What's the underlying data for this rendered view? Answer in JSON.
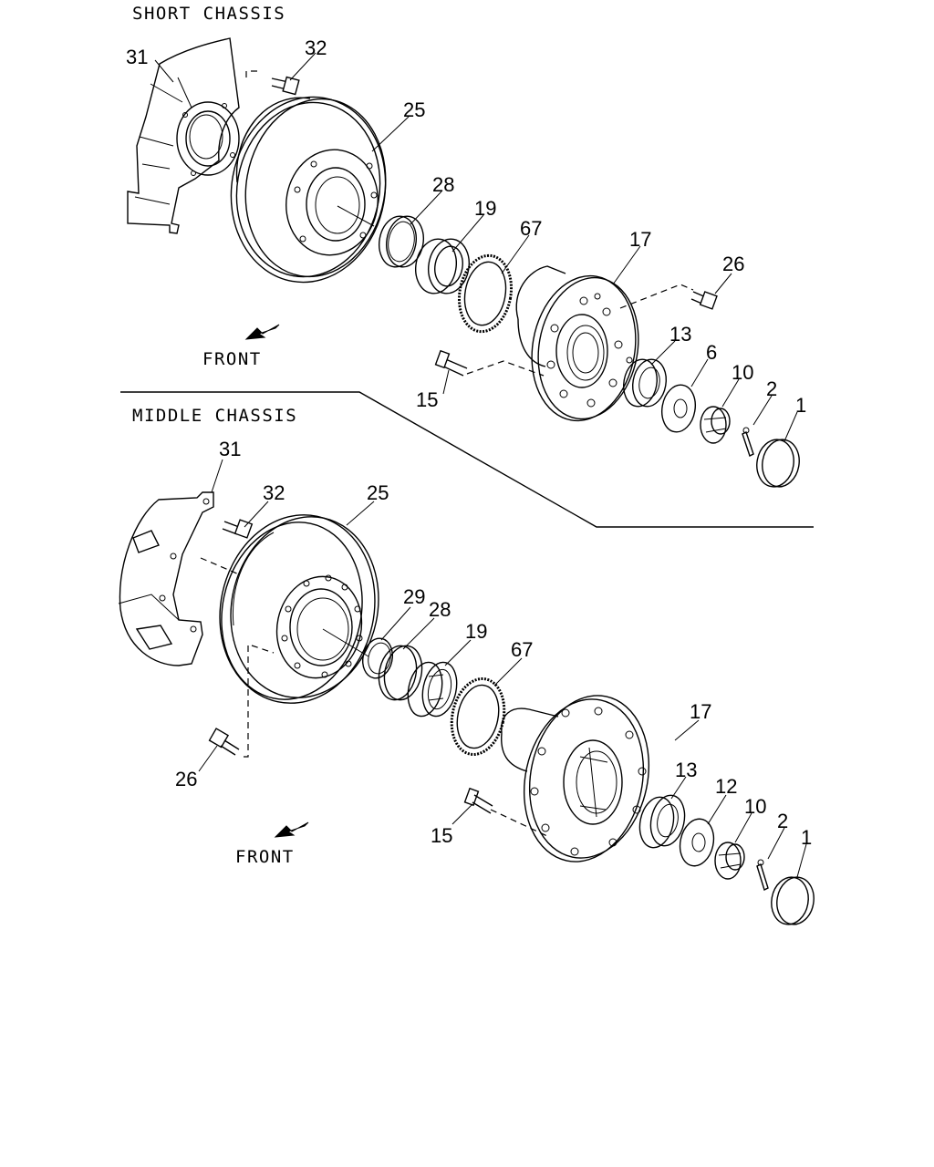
{
  "sections": {
    "short": {
      "title": "SHORT CHASSIS",
      "front": "FRONT"
    },
    "middle": {
      "title": "MIDDLE CHASSIS",
      "front": "FRONT"
    }
  },
  "labels": {
    "short": {
      "p31": "31",
      "p32": "32",
      "p25": "25",
      "p28": "28",
      "p19": "19",
      "p67": "67",
      "p17": "17",
      "p26": "26",
      "p13": "13",
      "p6": "6",
      "p10": "10",
      "p2": "2",
      "p1": "1",
      "p15": "15"
    },
    "middle": {
      "p31": "31",
      "p32": "32",
      "p25": "25",
      "p29": "29",
      "p28": "28",
      "p19": "19",
      "p67": "67",
      "p17": "17",
      "p26": "26",
      "p13": "13",
      "p12": "12",
      "p10": "10",
      "p2": "2",
      "p1": "1",
      "p15": "15"
    }
  }
}
